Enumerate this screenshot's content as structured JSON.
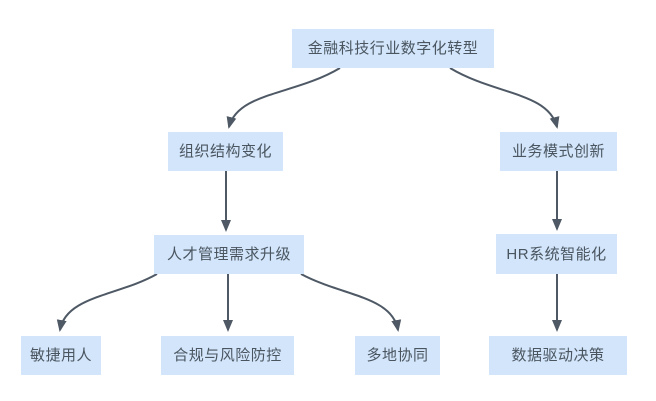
{
  "diagram": {
    "type": "flowchart",
    "direction": "top-down"
  },
  "colors": {
    "node_fill": "#d2e5fa",
    "node_text": "#4a5560",
    "arrow": "#4e5965",
    "background": "#ffffff"
  },
  "nodes": {
    "root": {
      "label": "金融科技行业数字化转型"
    },
    "org": {
      "label": "组织结构变化"
    },
    "biz": {
      "label": "业务模式创新"
    },
    "talent": {
      "label": "人才管理需求升级"
    },
    "hr": {
      "label": "HR系统智能化"
    },
    "agile": {
      "label": "敏捷用人"
    },
    "compliance": {
      "label": "合规与风险防控"
    },
    "multi": {
      "label": "多地协同"
    },
    "data": {
      "label": "数据驱动决策"
    }
  },
  "edges": [
    {
      "from": "金融科技行业数字化转型",
      "to": "组织结构变化"
    },
    {
      "from": "金融科技行业数字化转型",
      "to": "业务模式创新"
    },
    {
      "from": "组织结构变化",
      "to": "人才管理需求升级"
    },
    {
      "from": "业务模式创新",
      "to": "HR系统智能化"
    },
    {
      "from": "人才管理需求升级",
      "to": "敏捷用人"
    },
    {
      "from": "人才管理需求升级",
      "to": "合规与风险防控"
    },
    {
      "from": "人才管理需求升级",
      "to": "多地协同"
    },
    {
      "from": "HR系统智能化",
      "to": "数据驱动决策"
    }
  ]
}
